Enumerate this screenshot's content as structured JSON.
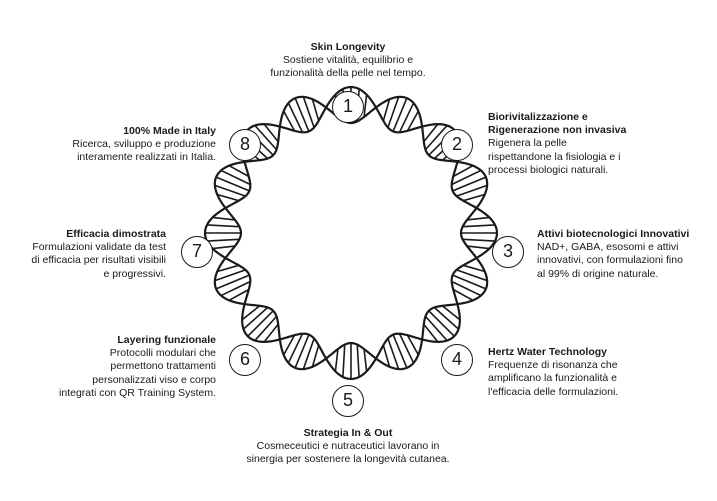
{
  "steps": [
    {
      "number": "1",
      "title": "Skin Longevity",
      "desc": "Sostiene vitalità, equilibrio e\nfunzionalità della pelle nel tempo."
    },
    {
      "number": "2",
      "title": "Biorivitalizzazione e\nRigenerazione non invasiva",
      "desc": "Rigenera la pelle\nrispettandone la fisiologia e i\nprocessi biologici naturali."
    },
    {
      "number": "3",
      "title": "Attivi biotecnologici Innovativi",
      "desc": "NAD+, GABA, esosomi e attivi\ninnovativi, con formulazioni fino\nal 99% di origine naturale."
    },
    {
      "number": "4",
      "title": "Hertz Water Technology",
      "desc": "Frequenze di risonanza che\namplificano la funzionalità e\nl'efficacia delle formulazioni."
    },
    {
      "number": "5",
      "title": "Strategia In & Out",
      "desc": "Cosmeceutici e nutraceutici lavorano in\nsinergia per sostenere la longevità cutanea."
    },
    {
      "number": "6",
      "title": "Layering funzionale",
      "desc": "Protocolli modulari che\npermettono trattamenti\npersonalizzati viso e corpo\nintegrati con QR Training System."
    },
    {
      "number": "7",
      "title": "Efficacia dimostrata",
      "desc": "Formulazioni validate da test\ndi efficacia per risultati visibili\ne progressivi."
    },
    {
      "number": "8",
      "title": "100% Made in Italy",
      "desc": "Ricerca, sviluppo e produzione\ninteramente realizzati in Italia."
    }
  ],
  "colors": {
    "ink": "#1a1a1a",
    "background": "#ffffff"
  }
}
